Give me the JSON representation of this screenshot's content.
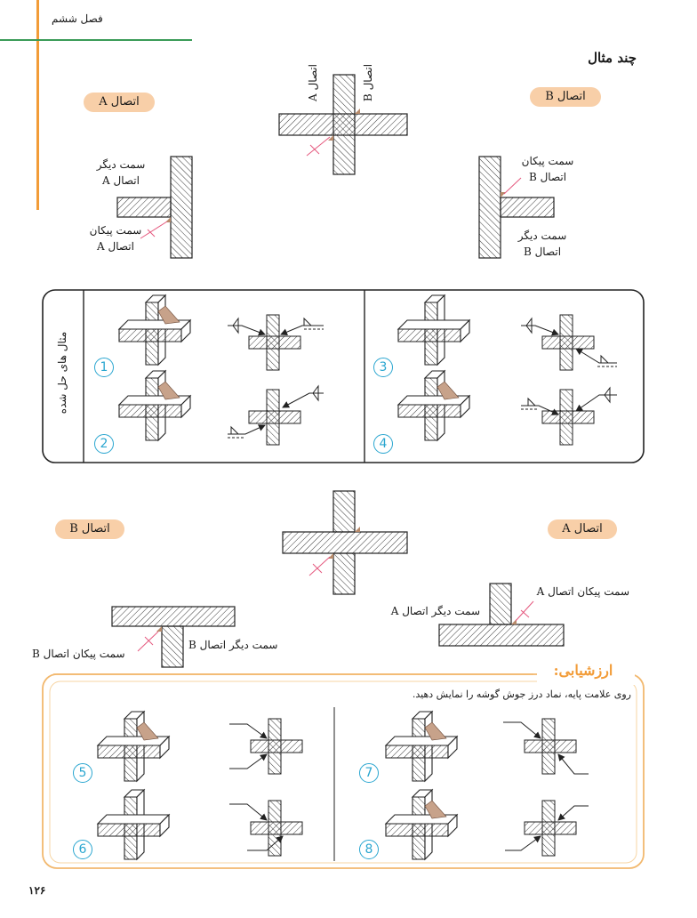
{
  "header": {
    "chapter": "فصل ششم"
  },
  "section_title": "چند مثال",
  "top": {
    "label_left_pill": "اتصال A",
    "label_right_pill": "اتصال B",
    "center_vert_a": "اتصال A",
    "center_vert_b": "اتصال B",
    "left_other_side_l1": "سمت دیگر",
    "left_other_side_l2": "اتصال A",
    "left_arrow_side_l1": "سمت پیکان",
    "left_arrow_side_l2": "اتصال A",
    "right_arrow_side_l1": "سمت پیکان",
    "right_arrow_side_l2": "اتصال B",
    "right_other_side_l1": "سمت دیگر",
    "right_other_side_l2": "اتصال B"
  },
  "solved_box": {
    "title": "مثال های حل شده",
    "numbers": [
      "1",
      "2",
      "3",
      "4"
    ]
  },
  "middle": {
    "pill_left": "اتصال B",
    "pill_right": "اتصال A",
    "right_arrow_label": "سمت پیکان اتصال A",
    "right_other_label": "سمت دیگر اتصال A",
    "left_other_label": "سمت دیگر اتصال B",
    "left_arrow_label": "سمت پیکان اتصال B"
  },
  "assessment": {
    "title": "ارزشیابی:",
    "instruction": "روی علامت پایه، نماد درز جوش گوشه را نمایش دهید.",
    "numbers": [
      "5",
      "6",
      "7",
      "8"
    ]
  },
  "footer": {
    "page_number": "۱۲۶"
  },
  "colors": {
    "accent_orange": "#f29c38",
    "accent_green": "#3a9b57",
    "pill": "#f8cfa8",
    "cyan": "#2aa6d0",
    "pink": "#e5587e"
  }
}
